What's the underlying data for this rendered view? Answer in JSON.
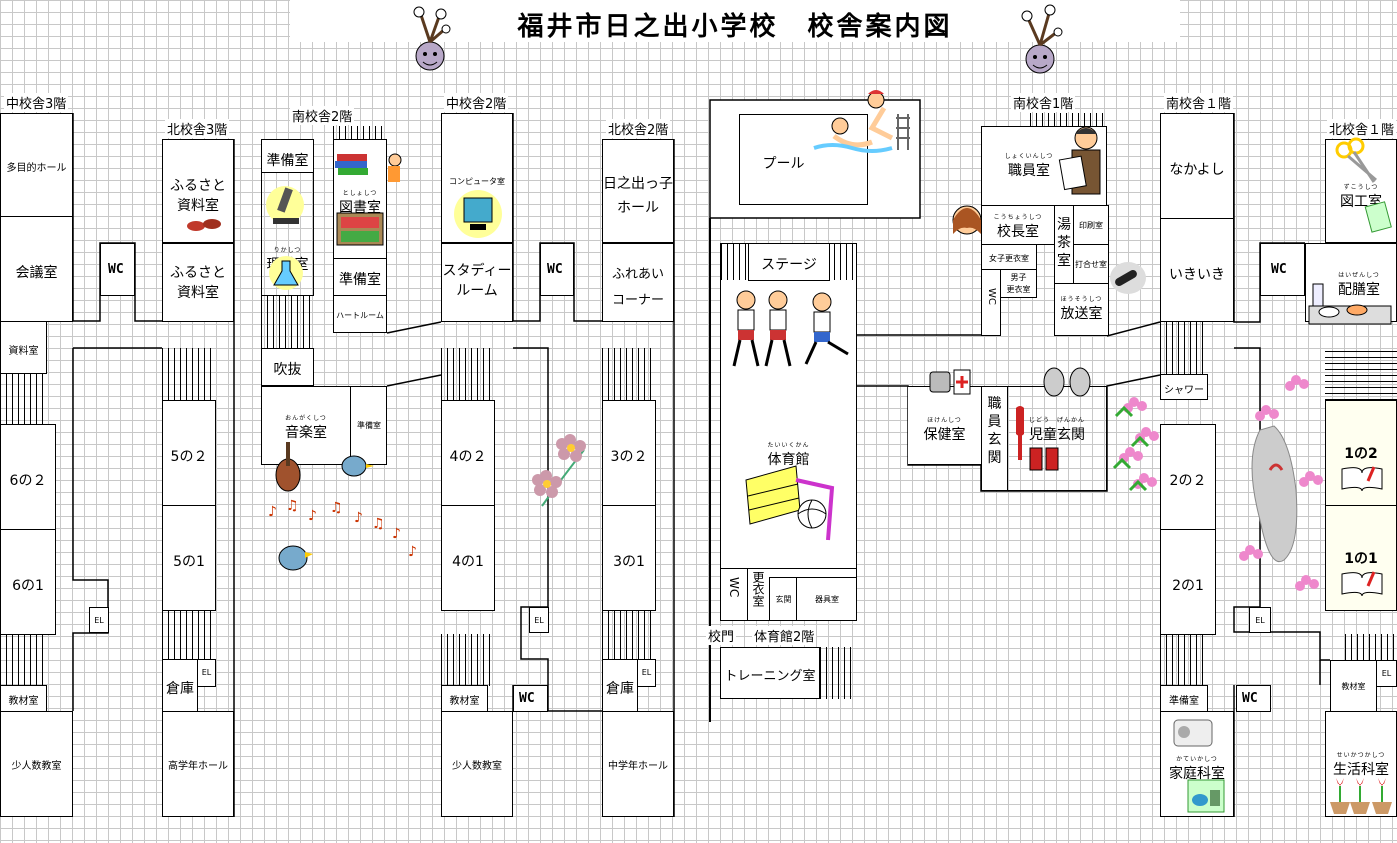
{
  "title": "福井市日之出小学校　校舎案内図",
  "floor_labels": {
    "mid3": "中校舎3階",
    "north3": "北校舎3階",
    "south2": "南校舎2階",
    "mid2": "中校舎2階",
    "north2": "北校舎2階",
    "south1a": "南校舎1階",
    "south1b": "南校舎１階",
    "north1": "北校舎１階"
  },
  "rooms": {
    "tamokuteki": "多目的ホール",
    "kaigi": "会議室",
    "shiryo": "資料室",
    "r6_2": "6の２",
    "r6_1": "6の1",
    "kyozai1": "教材室",
    "shoninzu1": "少人数教室",
    "furusato1": "ふるさと\n資料室",
    "furusato2": "ふるさと\n資料室",
    "wc": "WC",
    "r5_2": "5の２",
    "r5_1": "5の1",
    "soko1": "倉庫",
    "el": "EL",
    "kogakunen": "高学年ホール",
    "junbi1": "準備室",
    "rika_ruby": "りかしつ",
    "rika": "理科室",
    "tosho_ruby": "としょしつ",
    "tosho": "図書室",
    "junbi2": "準備室",
    "heart": "ハートルーム",
    "fukinuke": "吹抜",
    "ongaku_ruby": "おんがくしつ",
    "ongaku": "音楽室",
    "junbi3": "準備室",
    "computer": "コンピュータ室",
    "study": "スタディー\nルーム",
    "r4_2": "4の２",
    "r4_1": "4の1",
    "kyozai2": "教材室",
    "shoninzu2": "少人数教室",
    "hinode_hall": "日之出っ子\nホール",
    "fureai": "ふれあい\nコーナー",
    "r3_2": "3の２",
    "r3_1": "3の1",
    "soko2": "倉庫",
    "chugakunen": "中学年ホール",
    "pool": "プール",
    "stage": "ステージ",
    "taiiku_ruby": "たいいくかん",
    "taiikukan": "体育館",
    "wc_v": "WC",
    "koui": "更衣室",
    "genkan": "玄関",
    "kigu": "器具室",
    "komon": "校門",
    "taiiku2": "体育館2階",
    "training": "トレーニング室",
    "shokuin_ruby": "しょくいんしつ",
    "shokuin": "職員室",
    "kocho_ruby": "こうちょうしつ",
    "kocho": "校長室",
    "yuchashitsu": "湯\n茶\n室",
    "insatsu": "印刷室",
    "uchiawase": "打合せ室",
    "joshi_koui": "女子更衣室",
    "danshi_koui": "男子\n更衣室",
    "housou_ruby": "ほうそうしつ",
    "housou": "放送室",
    "hoken_ruby": "ほけんしつ",
    "hoken": "保健室",
    "shokuin_genkan": "職\n員\n玄\n関",
    "jido_ruby": "じどう　げんかん",
    "jido": "児童玄関",
    "nakayoshi": "なかよし",
    "ikiiki": "いきいき",
    "shower": "シャワー",
    "r2_2": "2の２",
    "r2_1": "2の1",
    "junbi4": "準備室",
    "katei_ruby": "かていかしつ",
    "katei": "家庭科室",
    "zuko_ruby": "ずこうしつ",
    "zuko": "図工室",
    "haizen_ruby": "はいぜんしつ",
    "haizen": "配膳室",
    "r1_2": "1の2",
    "r1_1": "1の1",
    "kyozai3": "教材室",
    "seikatsu_ruby": "せいかつかしつ",
    "seikatsu": "生活科室"
  }
}
